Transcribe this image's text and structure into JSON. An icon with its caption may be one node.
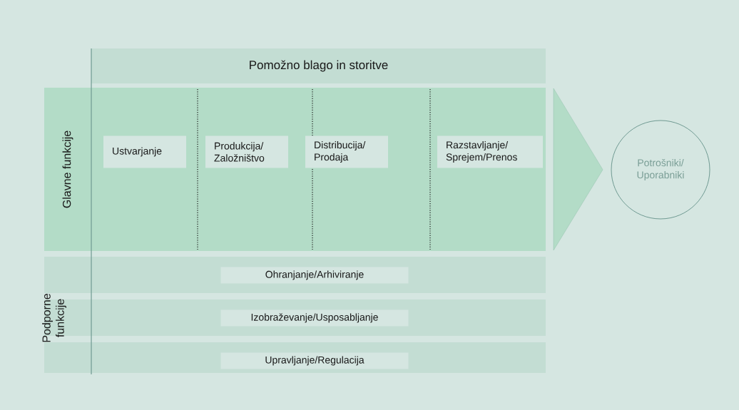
{
  "diagram": {
    "nodes": [
      {
        "text": [
          "Pomožno blago in storitve"
        ]
      },
      {
        "text": [
          "Glavne funkcije"
        ]
      },
      {
        "text": [
          "Ustvarjanje"
        ],
        "in": 1
      },
      {
        "text": [
          "Produkcija/ Založništvo"
        ],
        "in": 1
      },
      {
        "text": [
          "Distribucija/ Prodaja"
        ],
        "in": 1
      },
      {
        "text": [
          "Razstavljanje/ Sprejem/Prenos"
        ],
        "in": 1
      },
      {
        "text": [
          "Potrošniki/ Uporabniki"
        ]
      },
      {
        "text": [
          "Ohranjanje/Arhiviranje"
        ]
      },
      {
        "text": [
          "Izobraževanje/Usposabljanje"
        ]
      },
      {
        "text": [
          "Upravljanje/Regulacija"
        ]
      }
    ],
    "edges": [
      {
        "from": 1,
        "to": 6,
        "arrow": "to"
      }
    ],
    "labels": [
      "Podporne funkcije"
    ]
  }
}
